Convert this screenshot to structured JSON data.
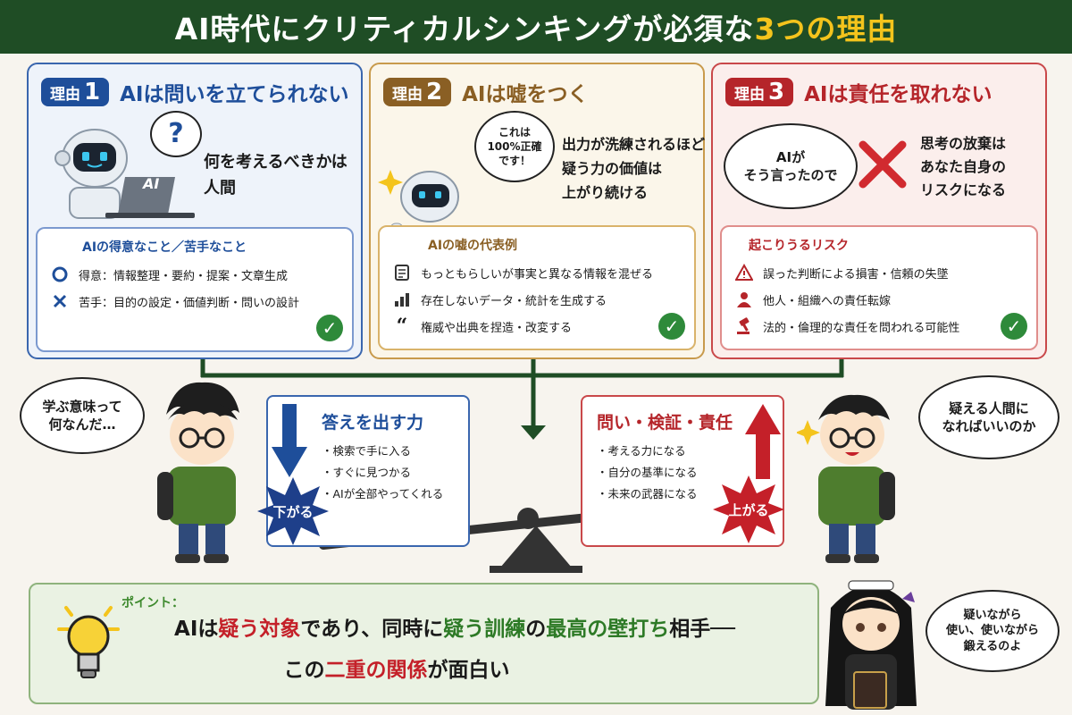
{
  "header": {
    "title_main": "AI時代にクリティカルシンキングが必須な",
    "title_accent": "3つの理由"
  },
  "colors": {
    "header_bg": "#1f4d25",
    "accent_yellow": "#f4c41c",
    "blue": "#1e4e9a",
    "brown": "#8a5f24",
    "red": "#b5252a",
    "green": "#2d7a26"
  },
  "panels": [
    {
      "badge": "理由",
      "num": "1",
      "title": "AIは問いを立てられない",
      "question_mark": "?",
      "laptop_label": "AI",
      "body_lines": [
        "何を考えるべきかは",
        "人間"
      ],
      "box_title": "AIの得意なこと／苦手なこと",
      "items": [
        {
          "icon": "circle-icon",
          "text": "得意：情報整理・要約・提案・文章生成"
        },
        {
          "icon": "cross-icon",
          "text": "苦手：目的の設定・価値判断・問いの設計"
        }
      ]
    },
    {
      "badge": "理由",
      "num": "2",
      "title": "AIは嘘をつく",
      "bubble_lines": [
        "これは",
        "100%正確",
        "です！"
      ],
      "body_lines": [
        "出力が洗練されるほど",
        "疑う力の価値は",
        "上がり続ける"
      ],
      "box_title": "AIの嘘の代表例",
      "items": [
        {
          "icon": "document-icon",
          "text": "もっともらしいが事実と異なる情報を混ぜる"
        },
        {
          "icon": "bar-chart-icon",
          "text": "存在しないデータ・統計を生成する"
        },
        {
          "icon": "quote-icon",
          "text": "権威や出典を捏造・改変する"
        }
      ]
    },
    {
      "badge": "理由",
      "num": "3",
      "title": "AIは責任を取れない",
      "bubble_lines": [
        "AIが",
        "そう言ったので"
      ],
      "body_lines": [
        "思考の放棄は",
        "あなた自身の",
        "リスクになる"
      ],
      "box_title": "起こりうるリスク",
      "items": [
        {
          "icon": "warning-icon",
          "text": "誤った判断による損害・信頼の失墜"
        },
        {
          "icon": "person-icon",
          "text": "他人・組織への責任転嫁"
        },
        {
          "icon": "gavel-icon",
          "text": "法的・倫理的な責任を問われる可能性"
        }
      ]
    }
  ],
  "left_bubble": [
    "学ぶ意味って",
    "何なんだ…"
  ],
  "right_bubble": [
    "疑える人間に",
    "なればいいのか"
  ],
  "down_box": {
    "title": "答えを出す力",
    "items": [
      "・検索で手に入る",
      "・すぐに見つかる",
      "・AIが全部やってくれる"
    ],
    "burst": "下がる"
  },
  "up_box": {
    "title": "問い・検証・責任",
    "items": [
      "・考える力になる",
      "・自分の基準になる",
      "・未来の武器になる"
    ],
    "burst": "上がる"
  },
  "point": {
    "label": "ポイント：",
    "l1": [
      "AIは",
      "疑う対象",
      "であり、同時に",
      "疑う訓練",
      "の",
      "最高の壁打ち",
      "相手──"
    ],
    "l2": [
      "この",
      "二重の関係",
      "が面白い"
    ]
  },
  "girl_bubble": [
    "疑いながら",
    "使い、使いながら",
    "鍛えるのよ"
  ]
}
